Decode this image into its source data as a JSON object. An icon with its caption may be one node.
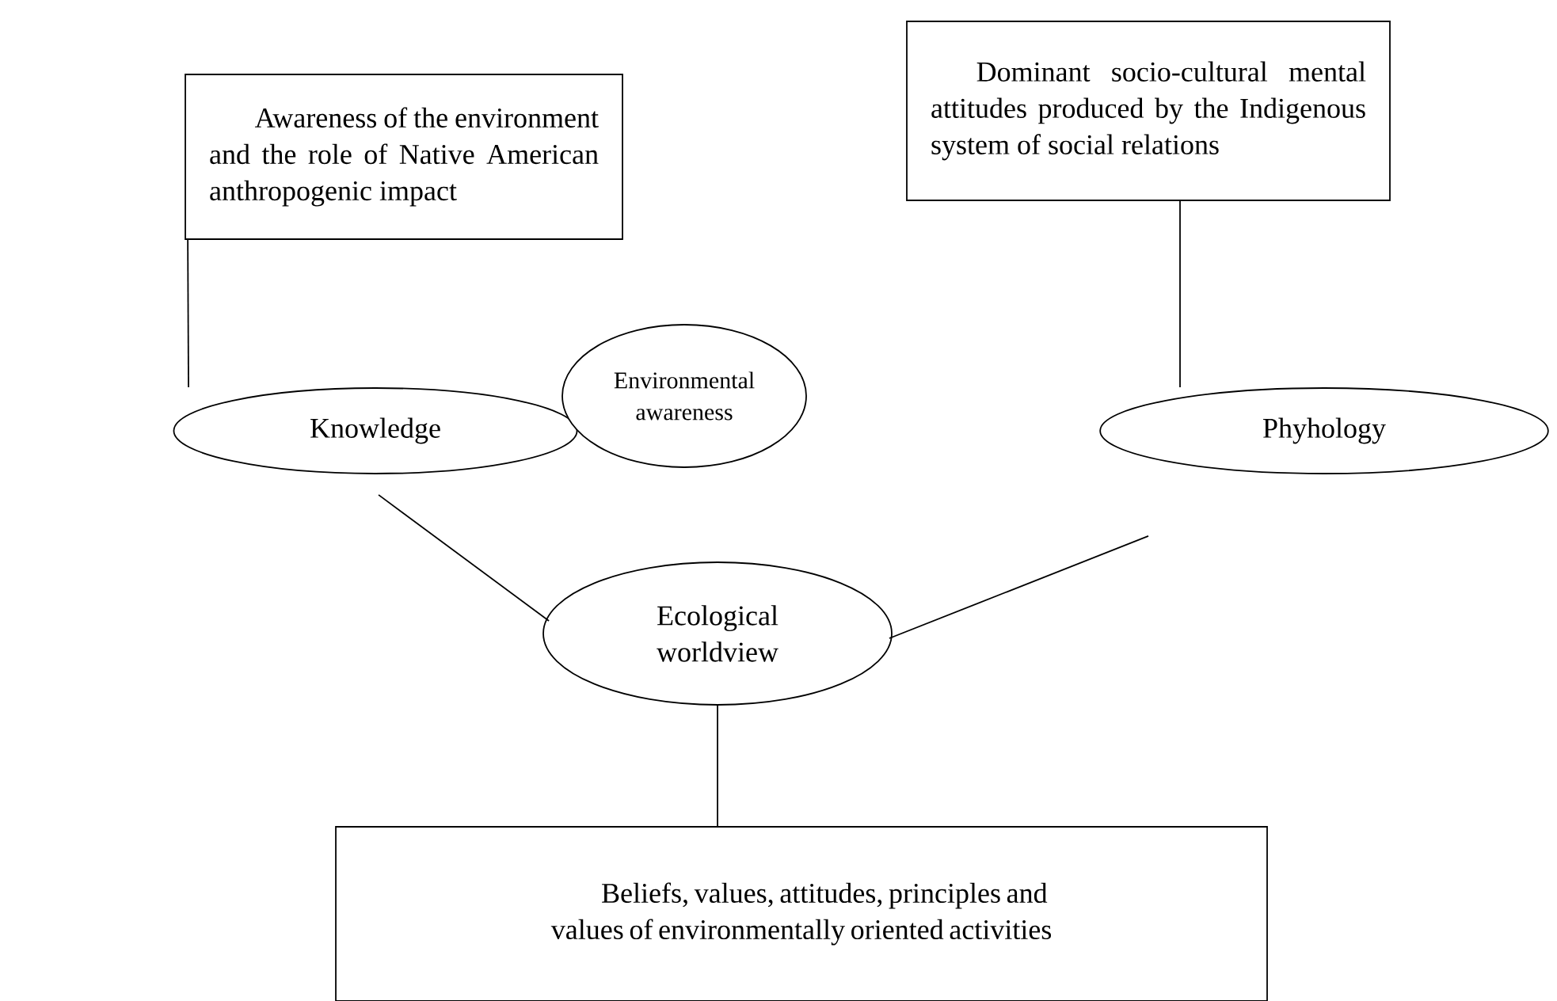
{
  "diagram": {
    "nodes": [
      {
        "text": [
          "Awareness of the environment and the role of Native American anthropogenic impact"
        ]
      },
      {
        "text": [
          "Dominant socio-cultural mental attitudes produced by the Indigenous system of social relations"
        ]
      },
      {
        "text": [
          "Knowledge"
        ]
      },
      {
        "text": [
          "Environmental awareness"
        ]
      },
      {
        "text": [
          "Phyhology"
        ]
      },
      {
        "text": [
          "Ecological worldview"
        ]
      },
      {
        "text": [
          "Beliefs, values, attitudes, principles and values of environmentally oriented activities"
        ]
      }
    ],
    "edges": [
      {
        "from": 0,
        "to": 2,
        "arrow": "none"
      },
      {
        "from": 1,
        "to": 4,
        "arrow": "none"
      },
      {
        "from": 2,
        "to": 5,
        "arrow": "none"
      },
      {
        "from": 4,
        "to": 5,
        "arrow": "none"
      },
      {
        "from": 5,
        "to": 6,
        "arrow": "none"
      }
    ]
  }
}
